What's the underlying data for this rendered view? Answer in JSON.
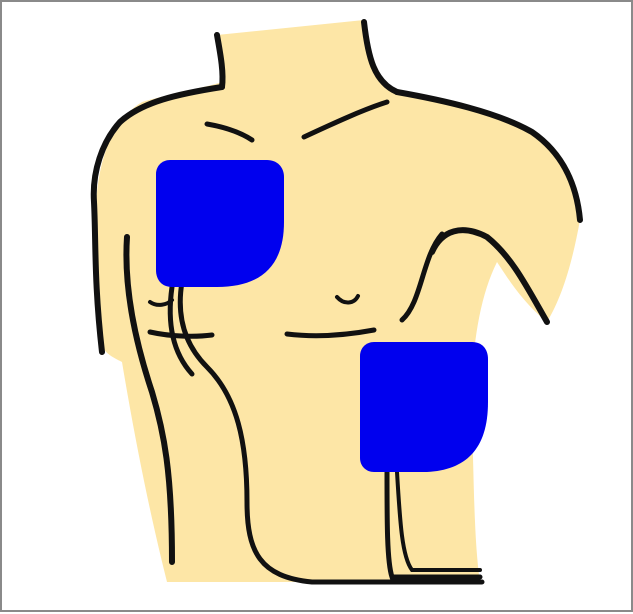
{
  "figure": {
    "subject": "torso",
    "colors": {
      "skin": "#FDE6A6",
      "outline": "#111111",
      "pad": "#0000EE",
      "frame_border": "#8a8a8a",
      "background": "#ffffff"
    },
    "pads": [
      {
        "name": "upper-right-chest-pad",
        "icon": "electrode-pad"
      },
      {
        "name": "lower-left-side-pad",
        "icon": "electrode-pad"
      }
    ],
    "leads": [
      {
        "name": "lead-wire-upper"
      },
      {
        "name": "lead-wire-lower"
      }
    ]
  }
}
